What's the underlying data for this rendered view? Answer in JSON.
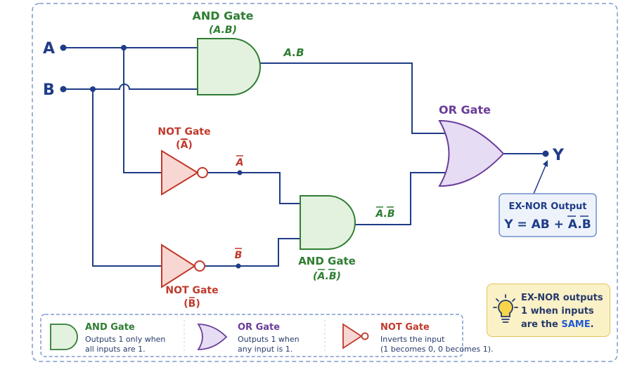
{
  "inputs": {
    "a": "A",
    "b": "B"
  },
  "output": {
    "y": "Y"
  },
  "gates": {
    "and_top": {
      "title": "AND Gate",
      "expr": "(A.B)"
    },
    "or": {
      "title": "OR Gate"
    },
    "not_a": {
      "title": "NOT Gate",
      "expr_open": "(",
      "expr_var": "A",
      "expr_close": ")"
    },
    "not_b": {
      "title": "NOT Gate",
      "expr_open": "(",
      "expr_var": "B",
      "expr_close": ")"
    },
    "and_bottom": {
      "title": "AND Gate",
      "expr_open": "(",
      "expr_var1": "A",
      "expr_dot": ".",
      "expr_var2": "B",
      "expr_close": ")"
    }
  },
  "wires": {
    "ab": "A.B",
    "a_bar": "A",
    "b_bar": "B",
    "abar_bbar_1": "A",
    "abar_bbar_dot": ".",
    "abar_bbar_2": "B"
  },
  "exnor": {
    "title": "EX-NOR Output",
    "formula_prefix": "Y = AB + ",
    "formula_var1": "A",
    "formula_dot": ".",
    "formula_var2": "B"
  },
  "legend": {
    "and": {
      "title": "AND Gate",
      "line1": "Outputs 1 only when",
      "line2": "all inputs are 1."
    },
    "or": {
      "title": "OR Gate",
      "line1": "Outputs 1 when",
      "line2": "any input is 1."
    },
    "not": {
      "title": "NOT Gate",
      "line1": "Inverts the input",
      "line2": "(1 becomes 0, 0 becomes 1)."
    }
  },
  "tip": {
    "pre": "EX-NOR outputs 1 when inputs are the ",
    "same": "SAME",
    "post": "."
  },
  "colors": {
    "wire": "#1f3c88",
    "and_fill": "#e3f1df",
    "and_stroke": "#2f7d32",
    "and_text": "#2e7d32",
    "or_fill": "#e6dcf4",
    "or_stroke": "#6a3d9a",
    "or_text": "#6a3d9a",
    "not_fill": "#f8d7d2",
    "not_stroke": "#c0392b",
    "not_text": "#c0392b",
    "tip_fill": "#fbf1c7",
    "tip_stroke": "#e3c45a"
  }
}
